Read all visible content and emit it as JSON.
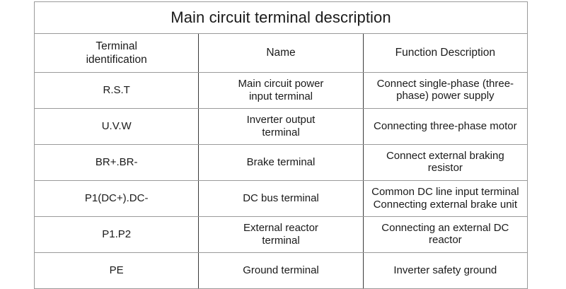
{
  "table": {
    "title": "Main circuit terminal description",
    "columns": [
      {
        "key": "terminal_identification",
        "label_lines": [
          "Terminal",
          "identification"
        ]
      },
      {
        "key": "name",
        "label_lines": [
          "Name"
        ]
      },
      {
        "key": "function_description",
        "label_lines": [
          "Function Description"
        ]
      }
    ],
    "rows": [
      {
        "terminal_identification": [
          "R.S.T"
        ],
        "name": [
          "Main circuit power",
          "input terminal"
        ],
        "function_description": [
          "Connect single-phase (three-phase) power supply"
        ]
      },
      {
        "terminal_identification": [
          "U.V.W"
        ],
        "name": [
          "Inverter output",
          "terminal"
        ],
        "function_description": [
          "Connecting three-phase motor"
        ]
      },
      {
        "terminal_identification": [
          "BR+.BR-"
        ],
        "name": [
          "Brake terminal"
        ],
        "function_description": [
          "Connect external braking resistor"
        ]
      },
      {
        "terminal_identification": [
          "P1(DC+).DC-"
        ],
        "name": [
          "DC bus terminal"
        ],
        "function_description": [
          "Common DC line input terminal",
          "Connecting external brake unit"
        ]
      },
      {
        "terminal_identification": [
          "P1.P2"
        ],
        "name": [
          "External reactor",
          "terminal"
        ],
        "function_description": [
          "Connecting an external DC reactor"
        ]
      },
      {
        "terminal_identification": [
          "PE"
        ],
        "name": [
          "Ground terminal"
        ],
        "function_description": [
          "Inverter safety ground"
        ]
      }
    ]
  },
  "colors": {
    "page_background": "#ffffff",
    "text": "#1a1a1a",
    "outer_border": "#9a9a9a",
    "column_divider": "#3a3a3a",
    "row_divider": "#9a9a9a"
  }
}
